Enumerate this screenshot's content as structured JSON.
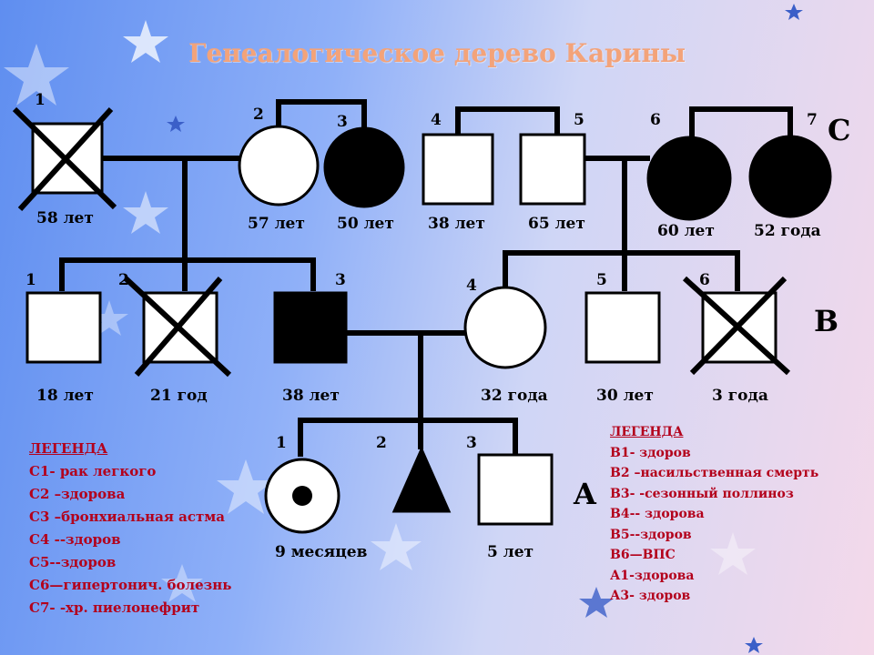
{
  "title": "Генеалогическое дерево Карины",
  "generations": {
    "c": "C",
    "b": "B",
    "a": "A"
  },
  "gen_c": {
    "numbers": [
      "1",
      "2",
      "3",
      "4",
      "5",
      "6",
      "7"
    ],
    "ages": [
      "58 лет",
      "57 лет",
      "50 лет",
      "38 лет",
      "65 лет",
      "60 лет",
      "52 года"
    ]
  },
  "gen_b": {
    "numbers": [
      "1",
      "2",
      "3",
      "4",
      "5",
      "6"
    ],
    "ages": [
      "18 лет",
      "21 год",
      "38 лет",
      "32 года",
      "30 лет",
      "3 года"
    ]
  },
  "gen_a": {
    "numbers": [
      "1",
      "2",
      "3"
    ],
    "ages": [
      "9 месяцев",
      "5 лет"
    ]
  },
  "legend_left": {
    "heading": "ЛЕГЕНДА",
    "items": [
      "С1- рак легкого",
      "С2 –здорова",
      "С3 –бронхиальная астма",
      "С4 --здоров",
      "С5--здоров",
      "С6—гипертонич. болезнь",
      "С7- -хр. пиелонефрит"
    ]
  },
  "legend_right": {
    "heading": "ЛЕГЕНДА",
    "items": [
      "В1- здоров",
      "В2 –насильственная смерть",
      "В3- -сезонный поллиноз",
      "В4-- здорова",
      "В5--здоров",
      "В6—ВПС",
      "А1-здорова",
      "А3- здоров"
    ]
  },
  "colors": {
    "title": "#f3a37a",
    "legend": "#b3001b",
    "symbol_fill_affected": "#000000",
    "symbol_fill_unaffected": "#ffffff"
  }
}
